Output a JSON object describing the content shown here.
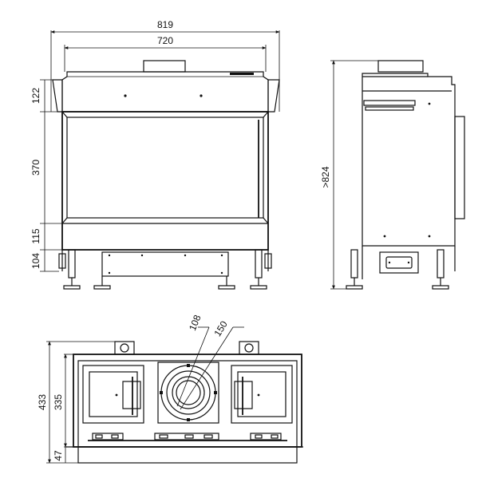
{
  "front_view": {
    "dims": {
      "overall_width": "819",
      "inner_width": "720",
      "top_section": "122",
      "glass_height": "370",
      "lower_section": "115",
      "legs": "104"
    }
  },
  "side_view": {
    "dims": {
      "overall_height": ">824"
    }
  },
  "plan_view": {
    "dims": {
      "outlet_inner": "108",
      "outlet_outer": "150",
      "depth_total": "433",
      "depth_body": "335",
      "depth_front": "47"
    }
  }
}
